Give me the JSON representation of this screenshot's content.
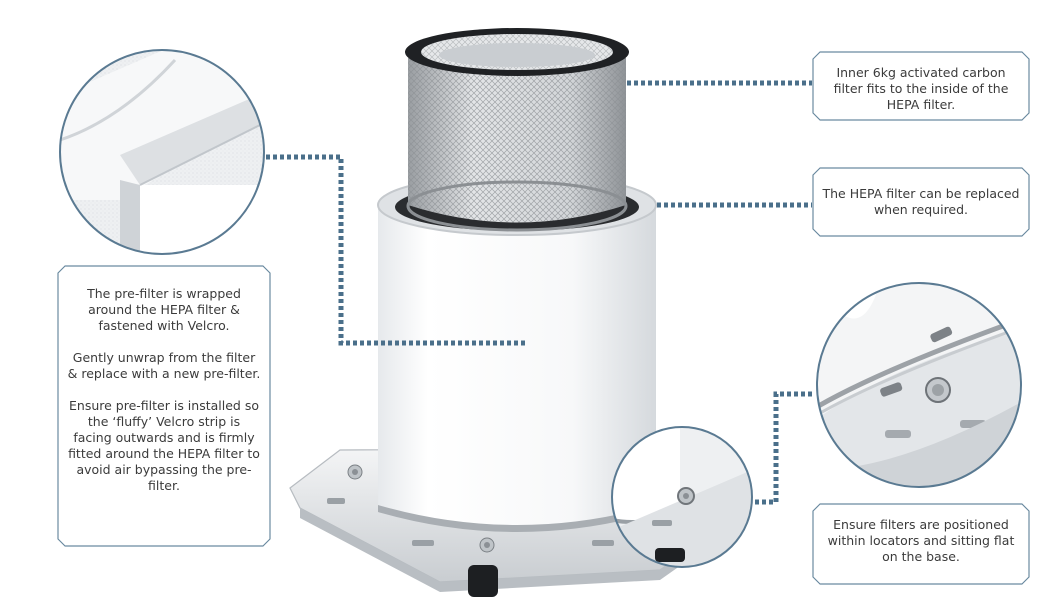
{
  "callouts": {
    "carbon_filter": [
      "Inner 6kg activated carbon filter fits to the inside of the HEPA filter."
    ],
    "hepa_filter": [
      "The HEPA filter can be replaced when required."
    ],
    "pre_filter": [
      "The pre-filter is wrapped around the HEPA filter & fastened with Velcro.",
      "Gently unwrap from the filter & replace with a new pre-filter.",
      "Ensure pre-filter is installed so the ‘fluffy’ Velcro strip is facing outwards and is firmly fitted around the HEPA filter to avoid air bypassing the pre-filter."
    ],
    "locators": [
      "Ensure filters are positioned within locators and sitting flat on the base."
    ]
  },
  "colors": {
    "connector": "#4a6f8a",
    "frame": "#6a8aa0",
    "lens_border": "#5a7a92",
    "text": "#3b3b3b"
  },
  "icons": {
    "carbon_filter": "carbon-filter-drawing",
    "hepa_filter": "hepa-filter-drawing",
    "base": "filter-base-drawing",
    "velcro_zoom": "velcro-detail-lens",
    "locator_zoom": "locator-detail-lens"
  }
}
